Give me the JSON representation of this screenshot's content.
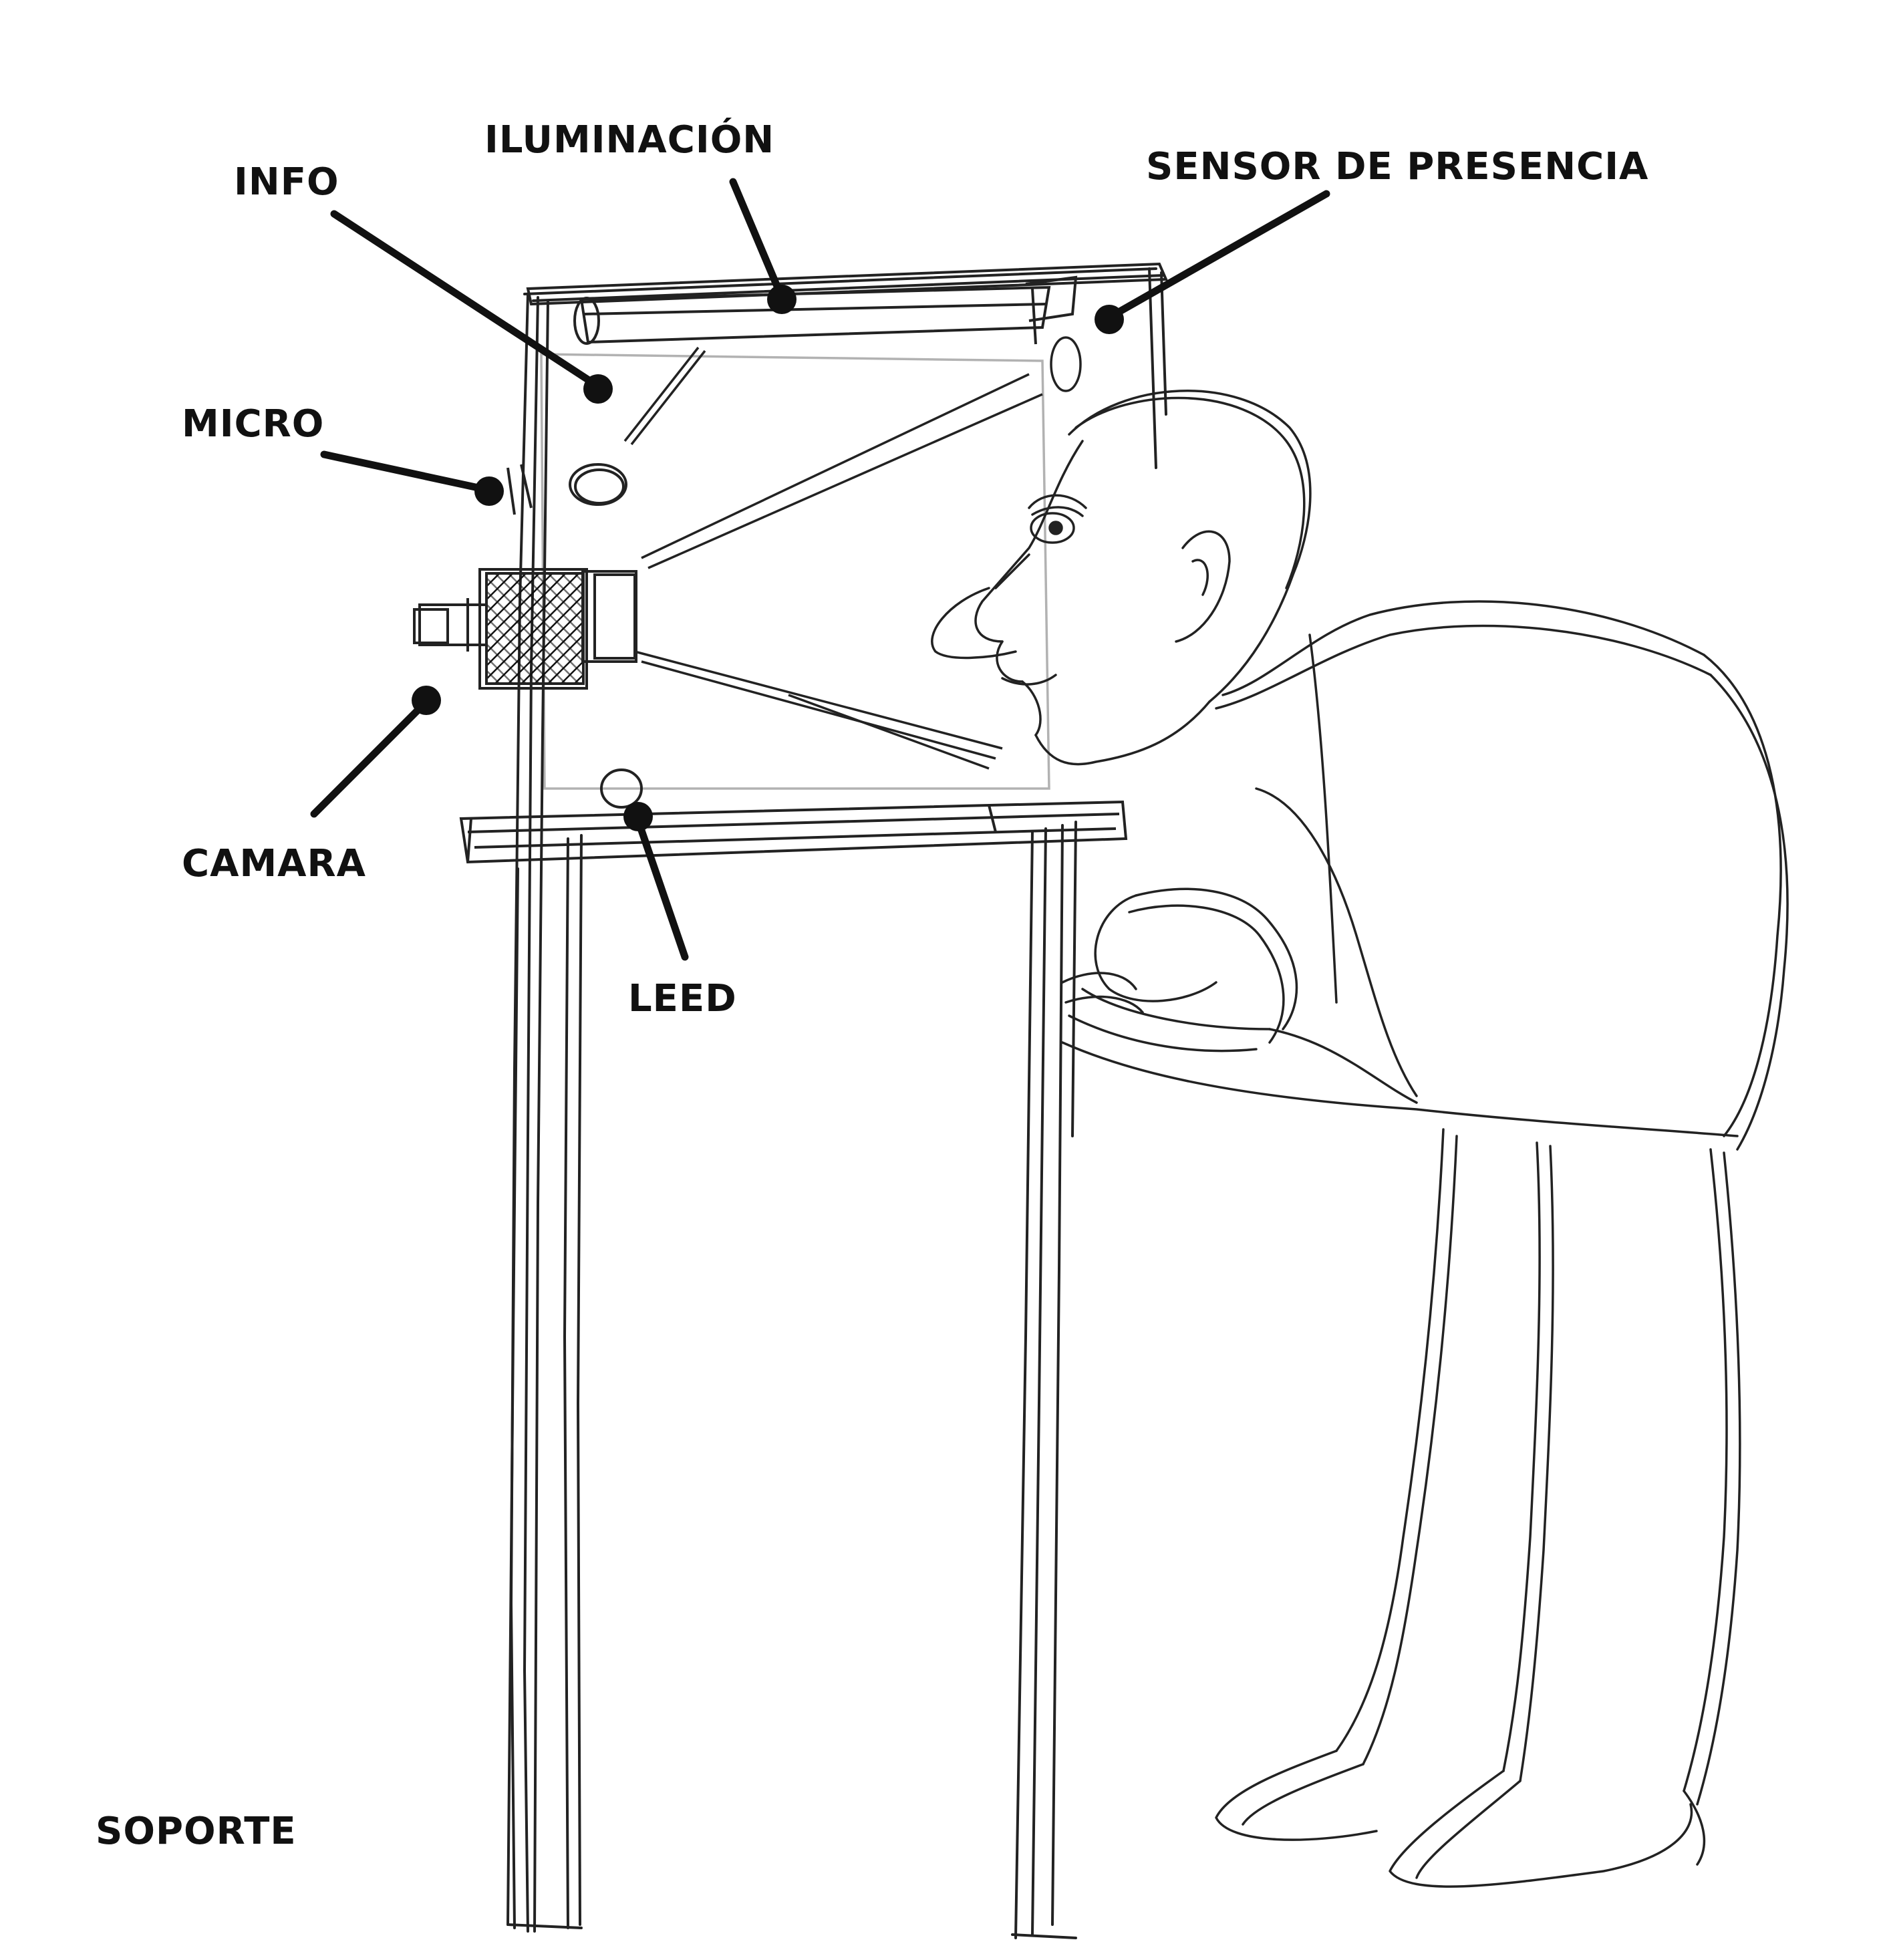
{
  "labels": {
    "iluminacion": "ILUMINACIÓN",
    "info": "INFO",
    "sensor": "SENSOR DE PRESENCIA",
    "micro": "MICRO",
    "camara": "CAMARA",
    "leed": "LEED",
    "soporte": "SOPORTE"
  },
  "colors": {
    "ink": "#111111",
    "paper": "#ffffff"
  }
}
